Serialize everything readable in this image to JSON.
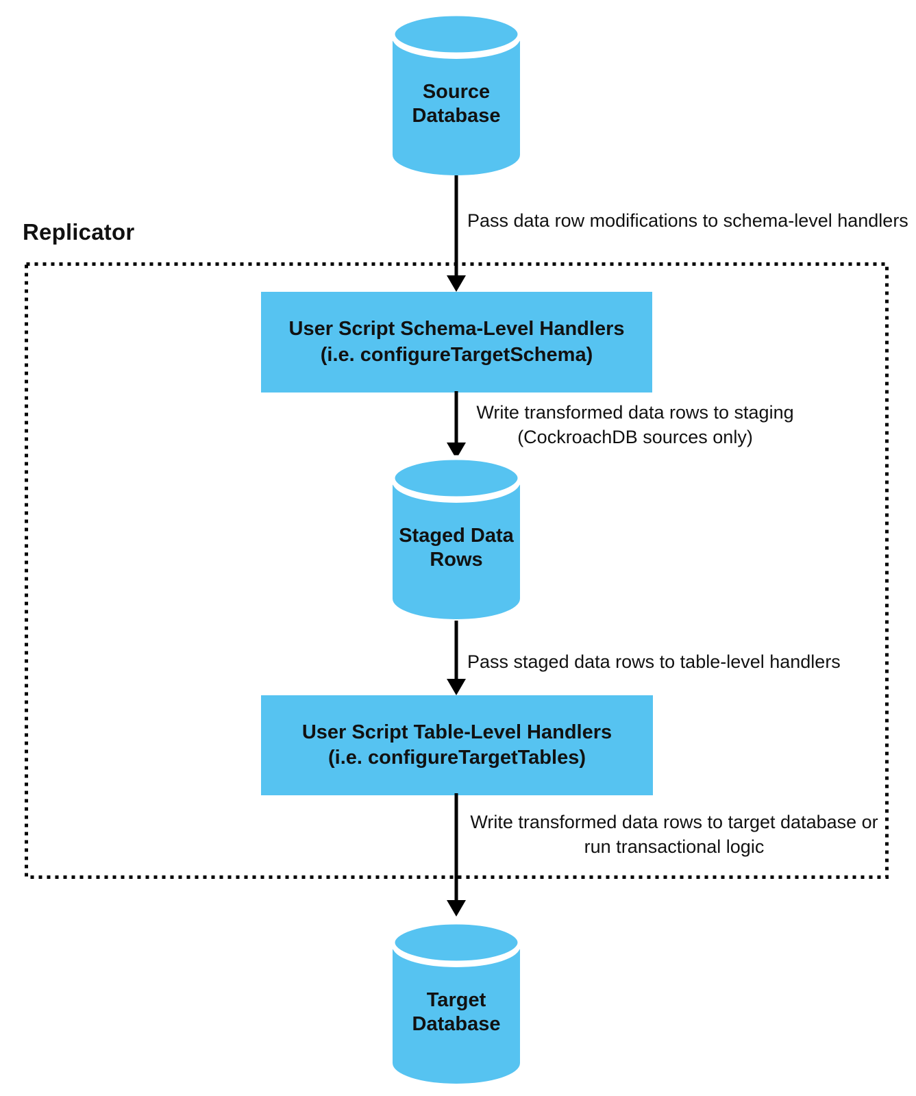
{
  "colors": {
    "node": "#56C3F1",
    "line": "#000000",
    "text": "#111111"
  },
  "replicator": {
    "label": "Replicator"
  },
  "nodes": {
    "source_db": "Source\nDatabase",
    "schema_handlers": "User Script Schema-Level Handlers\n(i.e. configureTargetSchema)",
    "staged_rows": "Staged Data\nRows",
    "table_handlers": "User Script Table-Level Handlers\n(i.e. configureTargetTables)",
    "target_db": "Target\nDatabase"
  },
  "edges": {
    "source_to_schema": "Pass data row modifications to schema-level handlers",
    "schema_to_staged": "Write transformed data rows to staging\n(CockroachDB sources only)",
    "staged_to_table": "Pass staged data rows to table-level handlers",
    "table_to_target": "Write transformed data rows to target database or\nrun transactional logic"
  }
}
